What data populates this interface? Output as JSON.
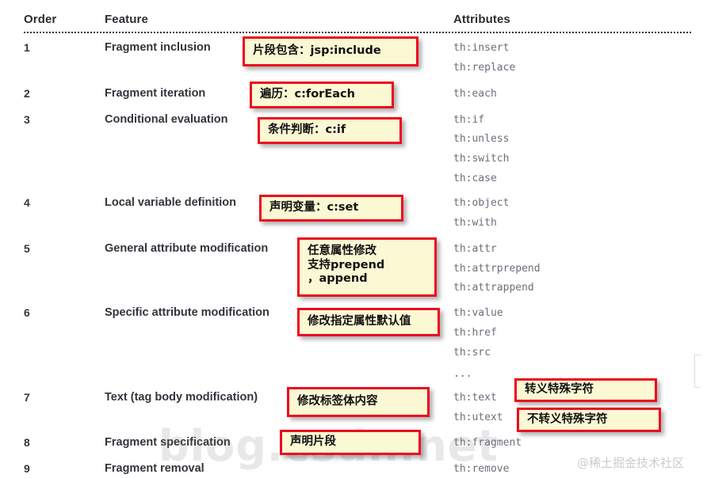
{
  "table": {
    "columns": {
      "order": "Order",
      "feature": "Feature",
      "attributes": "Attributes"
    },
    "rows": [
      {
        "order": "1",
        "feature": "Fragment inclusion",
        "attributes": [
          "th:insert",
          "th:replace"
        ]
      },
      {
        "order": "2",
        "feature": "Fragment iteration",
        "attributes": [
          "th:each"
        ]
      },
      {
        "order": "3",
        "feature": "Conditional evaluation",
        "attributes": [
          "th:if",
          "th:unless",
          "th:switch",
          "th:case"
        ]
      },
      {
        "order": "4",
        "feature": "Local variable definition",
        "attributes": [
          "th:object",
          "th:with"
        ]
      },
      {
        "order": "5",
        "feature": "General attribute modification",
        "attributes": [
          "th:attr",
          "th:attrprepend",
          "th:attrappend"
        ]
      },
      {
        "order": "6",
        "feature": "Specific attribute modification",
        "attributes": [
          "th:value",
          "th:href",
          "th:src",
          "..."
        ]
      },
      {
        "order": "7",
        "feature": "Text (tag body modification)",
        "attributes": [
          "th:text",
          "th:utext"
        ]
      },
      {
        "order": "8",
        "feature": "Fragment specification",
        "attributes": [
          "th:fragment"
        ]
      },
      {
        "order": "9",
        "feature": "Fragment removal",
        "attributes": [
          "th:remove"
        ]
      }
    ]
  },
  "annotations": [
    {
      "id": "anno-1",
      "text": "片段包含：jsp:include"
    },
    {
      "id": "anno-2",
      "text": "遍历：c:forEach"
    },
    {
      "id": "anno-3",
      "text": "条件判断：c:if"
    },
    {
      "id": "anno-4",
      "text": "声明变量：c:set"
    },
    {
      "id": "anno-5",
      "text": "任意属性修改\n支持prepend\n，append"
    },
    {
      "id": "anno-6",
      "text": "修改指定属性默认值"
    },
    {
      "id": "anno-7",
      "text": "修改标签体内容"
    },
    {
      "id": "anno-8",
      "text": "转义特殊字符"
    },
    {
      "id": "anno-9",
      "text": "不转义特殊字符"
    },
    {
      "id": "anno-10",
      "text": "声明片段"
    }
  ],
  "watermarks": {
    "center": "blog.csdn.net",
    "corner": "@稀土掘金技术社区"
  },
  "colors": {
    "callout_fill": "#fbf8d4",
    "callout_border": "#ec0a1e",
    "header_text": "#2b2d33",
    "attribute_text": "#6b6f7a",
    "page_background": "#ffffff"
  }
}
